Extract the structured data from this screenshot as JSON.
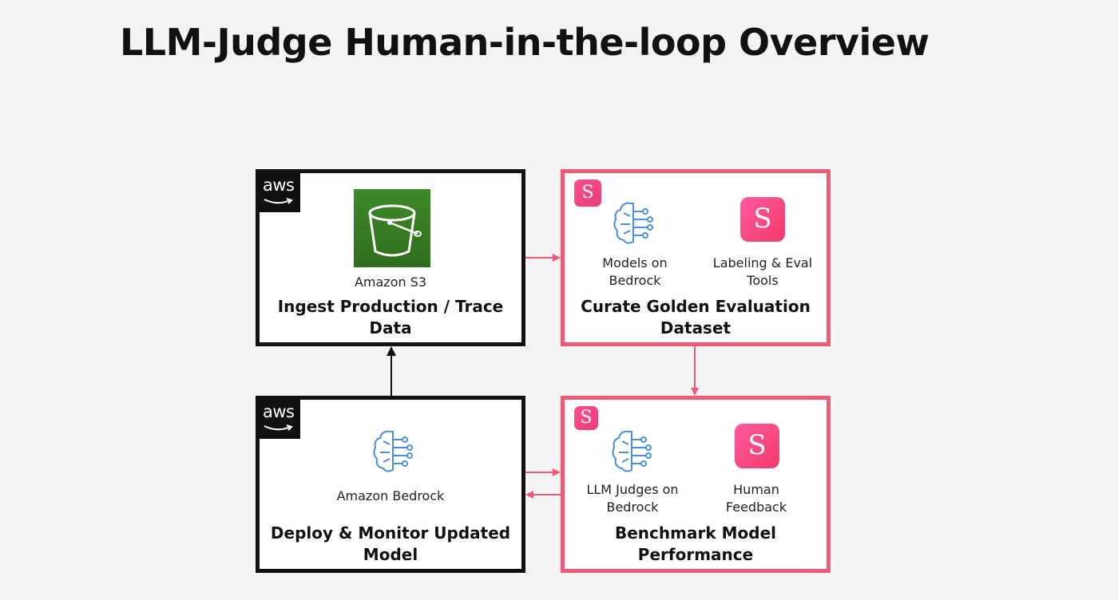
{
  "title": "LLM-Judge Human-in-the-loop Overview",
  "brand_colors": {
    "aws_border": "#111111",
    "snorkel_border": "#ee5a78",
    "snorkel_tile": "#f23a6a",
    "arrow_pink": "#ee5a78",
    "arrow_dark": "#111111",
    "s3_green": "#3f8a2a"
  },
  "nodes": {
    "ingest": {
      "badge": "aws",
      "icon": "amazon-s3-bucket-icon",
      "service_label": "Amazon S3",
      "stage_label": "Ingest Production / Trace\nData"
    },
    "curate": {
      "badge": "S",
      "tools": [
        {
          "icon": "bedrock-brain-icon",
          "label": "Models on\nBedrock"
        },
        {
          "icon": "snorkel-s-icon",
          "tile_text": "S",
          "label": "Labeling & Eval\nTools"
        }
      ],
      "stage_label": "Curate Golden Evaluation\nDataset"
    },
    "deploy": {
      "badge": "aws",
      "icon": "bedrock-brain-icon",
      "service_label": "Amazon Bedrock",
      "stage_label": "Deploy & Monitor Updated\nModel"
    },
    "benchmark": {
      "badge": "S",
      "tools": [
        {
          "icon": "bedrock-brain-icon",
          "label": "LLM Judges on\nBedrock"
        },
        {
          "icon": "snorkel-s-icon",
          "tile_text": "S",
          "label": "Human\nFeedback"
        }
      ],
      "stage_label": "Benchmark Model\nPerformance"
    }
  },
  "edges": [
    {
      "from": "ingest",
      "to": "curate"
    },
    {
      "from": "curate",
      "to": "benchmark"
    },
    {
      "from": "deploy",
      "to": "benchmark"
    },
    {
      "from": "benchmark",
      "to": "deploy"
    },
    {
      "from": "deploy",
      "to": "ingest"
    }
  ]
}
